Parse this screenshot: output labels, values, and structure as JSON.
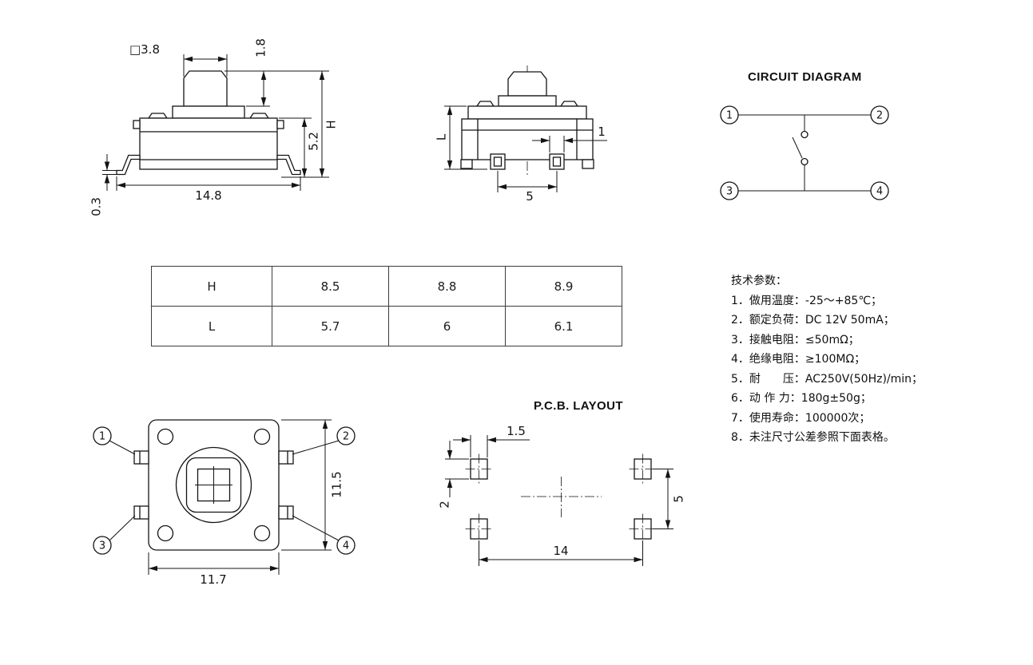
{
  "front_view": {
    "dim_square": "□3.8",
    "dim_button_h": "1.8",
    "dim_total_h": "H",
    "dim_body_h": "5.2",
    "dim_width": "14.8",
    "dim_foot": "0.3"
  },
  "side_view": {
    "dim_height": "L",
    "dim_pin_w": "1",
    "dim_pin_pitch": "5"
  },
  "circuit": {
    "title": "CIRCUIT DIAGRAM",
    "terminal_1": "1",
    "terminal_2": "2",
    "terminal_3": "3",
    "terminal_4": "4"
  },
  "dimension_table": {
    "rows": [
      {
        "label": "H",
        "values": [
          "8.5",
          "8.8",
          "8.9"
        ]
      },
      {
        "label": "L",
        "values": [
          "5.7",
          "6",
          "6.1"
        ]
      }
    ]
  },
  "specs": {
    "title": "技术参数：",
    "items": [
      "1．做用温度：-25～+85℃；",
      "2．额定负荷：DC 12V 50mA；",
      "3．接触电阻：≤50mΩ；",
      "4．绝缘电阻：≥100MΩ；",
      "5．耐　　压：AC250V(50Hz)/min；",
      "6．动 作 力：180g±50g；",
      "7．使用寿命：100000次；",
      "8．未注尺寸公差参照下面表格。"
    ]
  },
  "bottom_view": {
    "terminal_1": "1",
    "terminal_2": "2",
    "terminal_3": "3",
    "terminal_4": "4",
    "dim_width": "11.7",
    "dim_height": "11.5"
  },
  "pcb_layout": {
    "title": "P.C.B. LAYOUT",
    "dim_pad_w": "1.5",
    "dim_pad_h": "2",
    "dim_v_pitch": "5",
    "dim_h_pitch": "14"
  }
}
